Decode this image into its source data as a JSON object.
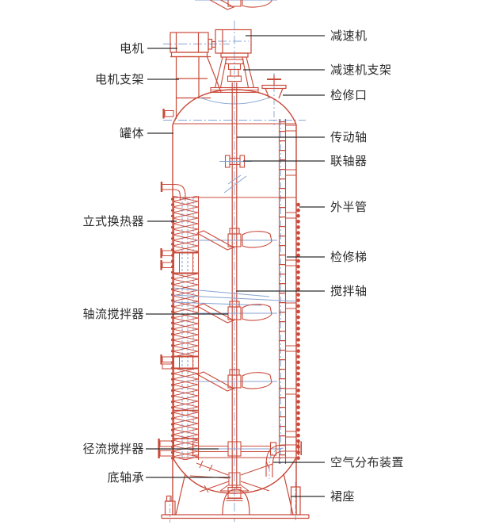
{
  "figure": {
    "kind": "stirred-tank-vessel-engineering-diagram"
  },
  "colors": {
    "drawing_red": "#c94a3a",
    "centerline_blue": "#85a3d2",
    "leader_black": "#2f2f2f",
    "text": "#2b2b2b",
    "background": "#ffffff"
  },
  "labels": {
    "left": [
      {
        "text": "电机"
      },
      {
        "text": "电机支架"
      },
      {
        "text": "罐体"
      },
      {
        "text": "立式换热器"
      },
      {
        "text": "轴流搅拌器"
      },
      {
        "text": "径流搅拌器"
      },
      {
        "text": "底轴承"
      }
    ],
    "right": [
      {
        "text": "减速机"
      },
      {
        "text": "减速机支架"
      },
      {
        "text": "检修口"
      },
      {
        "text": "传动轴"
      },
      {
        "text": "联轴器"
      },
      {
        "text": "外半管"
      },
      {
        "text": "检修梯"
      },
      {
        "text": "搅拌轴"
      },
      {
        "text": "空气分布装置"
      },
      {
        "text": "裙座"
      }
    ]
  }
}
